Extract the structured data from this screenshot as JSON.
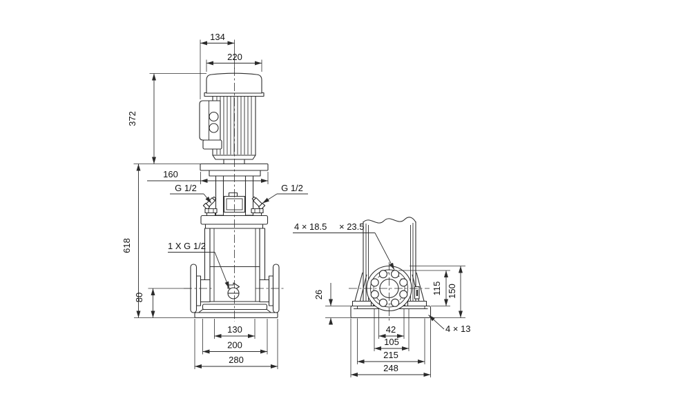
{
  "canvas": {
    "bg": "#ffffff",
    "line_color": "#2b2b2b",
    "text_color": "#111111"
  },
  "front_view": {
    "title": "pump-front-elevation",
    "dims": {
      "d134": "134",
      "d220": "220",
      "d372": "372",
      "d160": "160",
      "g_left": "G 1/2",
      "g_right": "G 1/2",
      "d618": "618",
      "drain": "1 X G 1/2",
      "d80": "80",
      "d130": "130",
      "d200": "200",
      "d280": "280"
    }
  },
  "side_view": {
    "title": "pump-side-flange-view",
    "dims": {
      "holes_flange_a": "4 × 18.5",
      "holes_flange_b": "× 23.5",
      "d26": "26",
      "d115": "115",
      "d150": "150",
      "d42": "42",
      "d105": "105",
      "d215": "215",
      "d248": "248",
      "holes_base": "4 × 13"
    }
  }
}
